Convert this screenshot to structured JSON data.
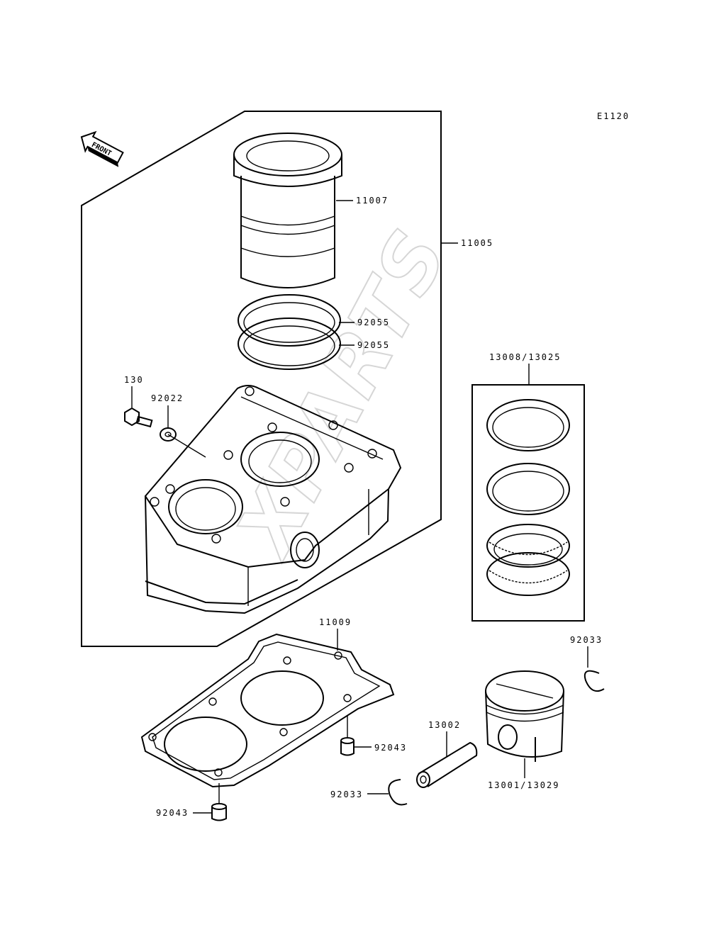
{
  "diagram_code": "E1120",
  "front_badge": "FRONT",
  "watermark": "XPARTS",
  "labels": {
    "p11007": "11007",
    "p11005": "11005",
    "p92055a": "92055",
    "p92055b": "92055",
    "p130": "130",
    "p92022": "92022",
    "p13008": "13008/13025",
    "p11009": "11009",
    "p92033a": "92033",
    "p13002": "13002",
    "p92043a": "92043",
    "p92033b": "92033",
    "p13001": "13001/13029",
    "p92043b": "92043"
  }
}
